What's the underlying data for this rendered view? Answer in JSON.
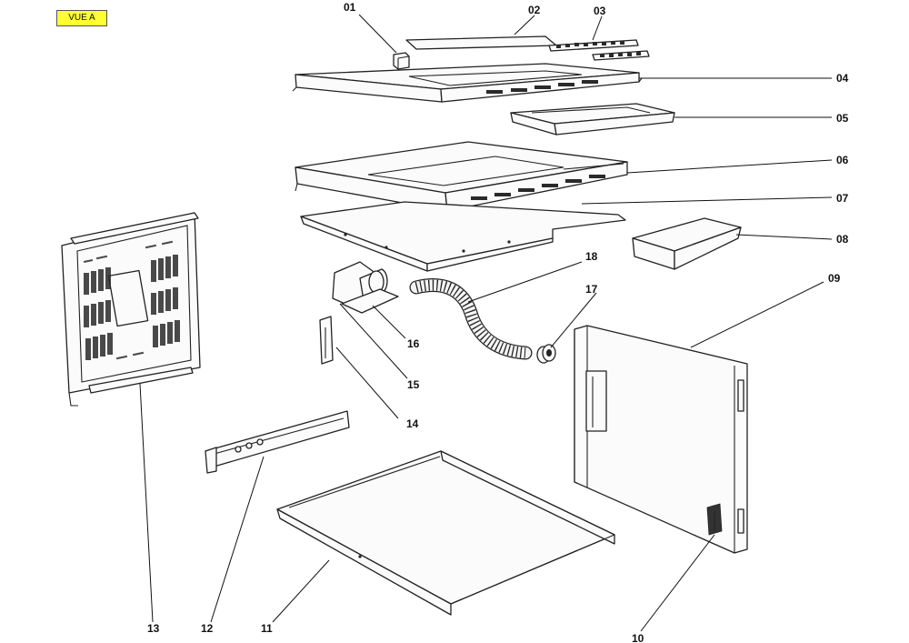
{
  "view_label": "VUE A",
  "labels": {
    "p01": "01",
    "p02": "02",
    "p03": "03",
    "p04": "04",
    "p05": "05",
    "p06": "06",
    "p07": "07",
    "p08": "08",
    "p09": "09",
    "p10": "10",
    "p11": "11",
    "p12": "12",
    "p13": "13",
    "p14": "14",
    "p15": "15",
    "p16": "16",
    "p17": "17",
    "p18": "18"
  },
  "colors": {
    "badge": "#ffff33",
    "line": "#222222"
  }
}
